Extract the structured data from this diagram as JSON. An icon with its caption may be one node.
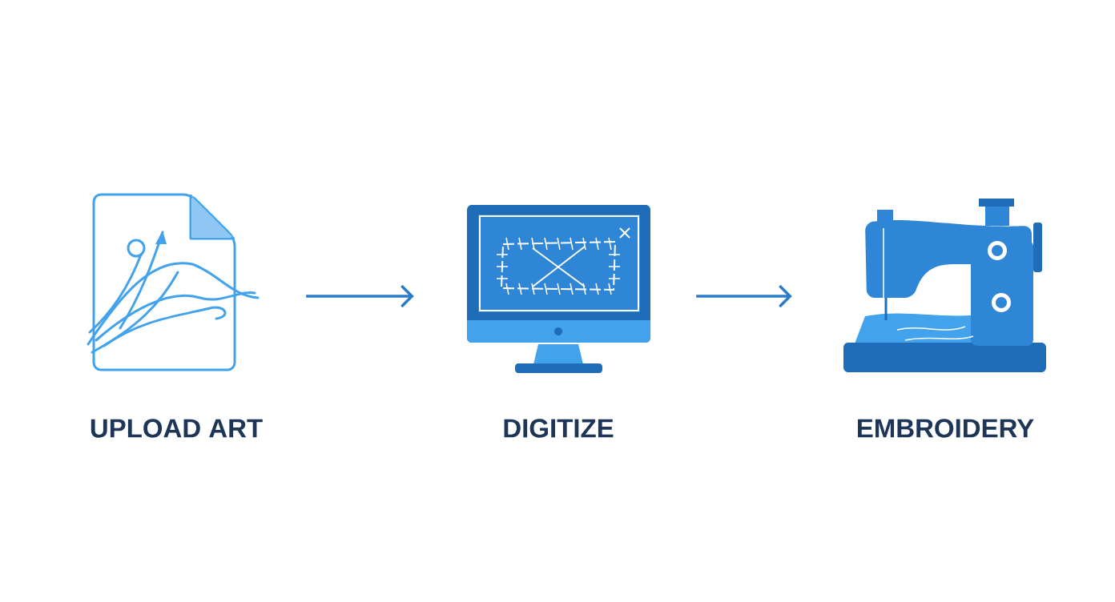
{
  "diagram": {
    "nodes": [
      {
        "text": [
          "UPLOAD ART"
        ]
      },
      {
        "text": [
          "DIGITIZE"
        ]
      },
      {
        "text": [
          "EMBROIDERY"
        ]
      }
    ],
    "edges": [
      {
        "from": 0,
        "to": 1,
        "arrow": "to"
      },
      {
        "from": 1,
        "to": 2,
        "arrow": "to"
      }
    ]
  }
}
